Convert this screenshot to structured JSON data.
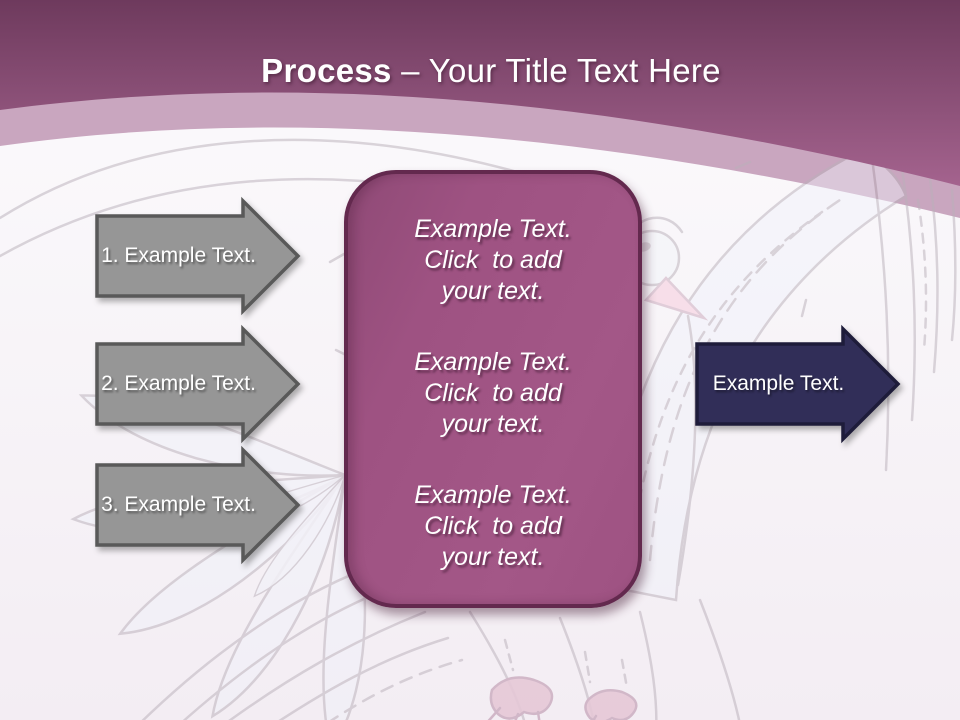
{
  "theme": {
    "header_top": "#6e3a5d",
    "header_bottom": "#a4638e",
    "header_band_light": "#c9a6bf",
    "canvas_top": "#fcfbfd",
    "canvas_bottom": "#f3edf3",
    "step_arrow_fill": "#969696",
    "step_arrow_border": "#595959",
    "result_arrow_fill": "#312e58",
    "result_arrow_border": "#1e1c3a",
    "panel_fill": "#9e5282",
    "panel_border": "#63294e",
    "text_light": "#ffffff"
  },
  "header": {
    "title_emphasis": "Process",
    "title_rest": " – Your Title Text Here"
  },
  "steps": [
    {
      "label": "1. Example Text."
    },
    {
      "label": "2. Example Text."
    },
    {
      "label": "3. Example Text."
    }
  ],
  "panel": {
    "blocks": [
      {
        "text": "Example Text.\nClick  to add\nyour text."
      },
      {
        "text": "Example Text.\nClick  to add\nyour text."
      },
      {
        "text": "Example Text.\nClick  to add\nyour text."
      }
    ]
  },
  "result_arrow": {
    "label": "Example Text."
  },
  "background": {
    "illustration": "faded dove line-art watermark"
  }
}
